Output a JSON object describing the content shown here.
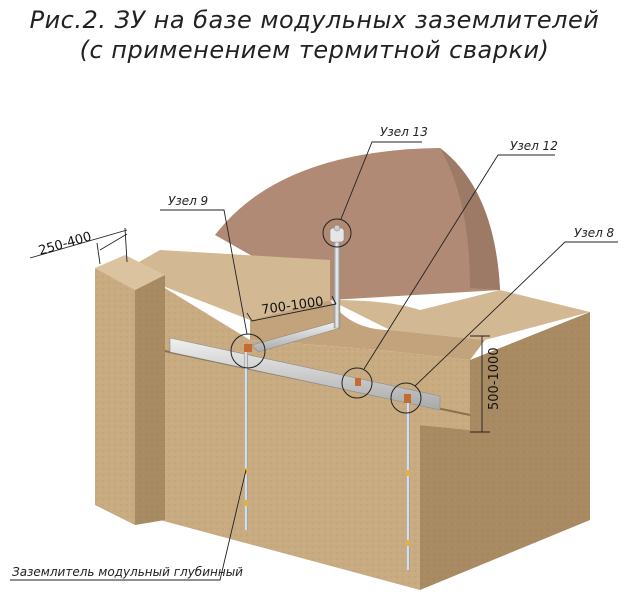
{
  "title": {
    "line1": "Рис.2. ЗУ на базе модульных заземлителей",
    "line2": "(с применением термитной сварки)"
  },
  "labels": {
    "node13": "Узел 13",
    "node12": "Узел 12",
    "node9": "Узел 9",
    "node8": "Узел 8",
    "electrode": "Заземлитель модульный глубинный"
  },
  "dimensions": {
    "width": "250-400",
    "depth": "700-1000",
    "height": "500-1000"
  }
}
